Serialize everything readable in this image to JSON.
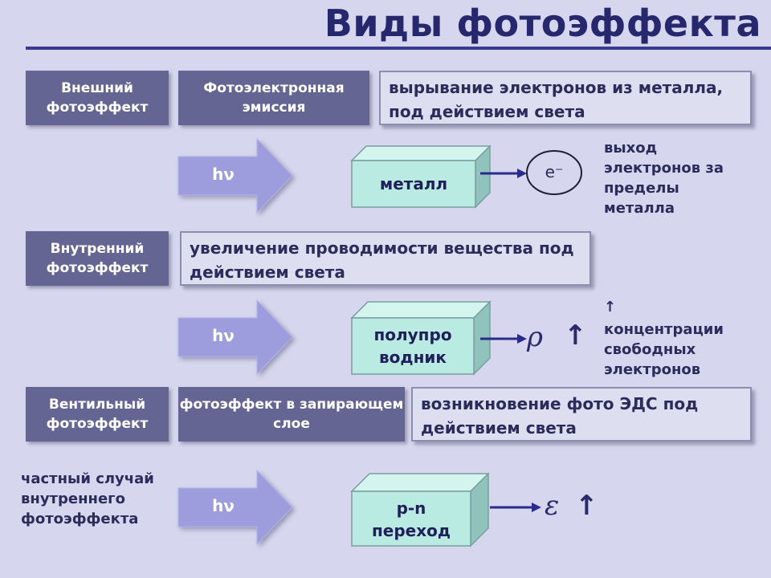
{
  "title": "Виды фотоэффекта",
  "external": {
    "label": "Внешний фотоэффект",
    "subtype": "Фотоэлектронная эмиссия",
    "description": "вырывание электронов из металла, под действием света",
    "arrow_label": "hν",
    "cube_label": "металл",
    "particle": "e⁻",
    "result": "выход электронов за пределы металла"
  },
  "internal": {
    "label": "Внутренний фотоэффект",
    "description": "увеличение проводимости вещества под действием света",
    "arrow_label": "hν",
    "cube_label": "полупро водник",
    "symbol": "ρ",
    "up_arrow": "↑",
    "result_arrow": "↑",
    "result": "концентрации свободных электронов"
  },
  "valve": {
    "label": "Вентильный фотоэффект",
    "subtype": "фотоэффект в запирающем слое",
    "description": "возникновение фото ЭДС под действием света",
    "arrow_label": "hν",
    "cube_label": "p-n переход",
    "symbol": "ε",
    "up_arrow": "↑",
    "note": "частный случай внутреннего фотоэффекта"
  },
  "colors": {
    "background": "#d6d6ee",
    "label_box": "#656594",
    "arrow": "#9d9ddd",
    "cube_front": "#b9ebe2",
    "title": "#27276e"
  }
}
